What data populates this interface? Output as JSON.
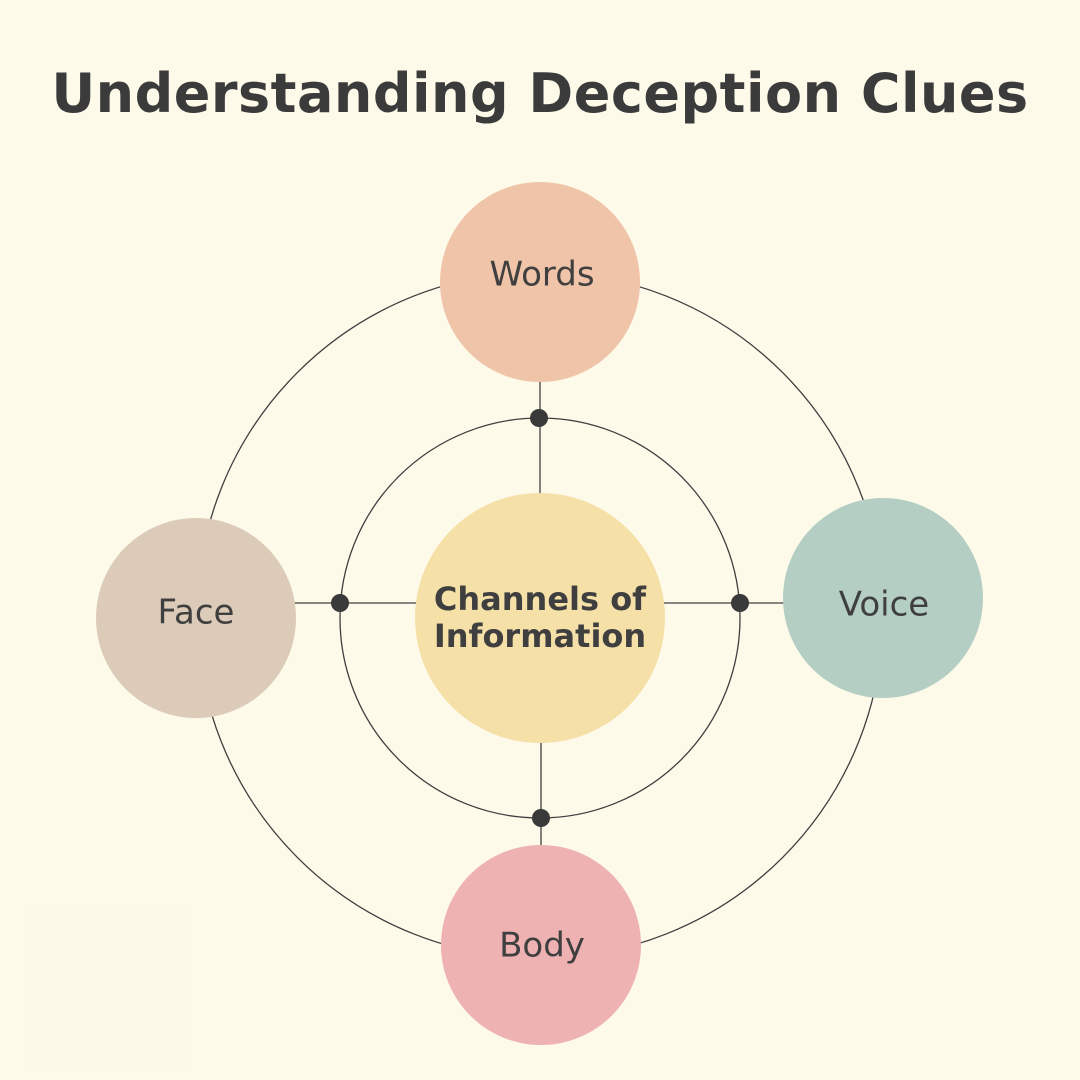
{
  "title": "Understanding Deception Clues",
  "center": {
    "line1": "Channels of",
    "line2": "Information",
    "color": "#f5e0a8"
  },
  "nodes": {
    "top": {
      "label": "Words",
      "color": "#f0c4a8"
    },
    "right": {
      "label": "Voice",
      "color": "#b4cec3"
    },
    "bottom": {
      "label": "Body",
      "color": "#efb2b2"
    },
    "left": {
      "label": "Face",
      "color": "#dccbb8"
    }
  },
  "colors": {
    "background": "#fdfaea",
    "line": "#3f3f3f",
    "dot": "#3a3a3a"
  }
}
